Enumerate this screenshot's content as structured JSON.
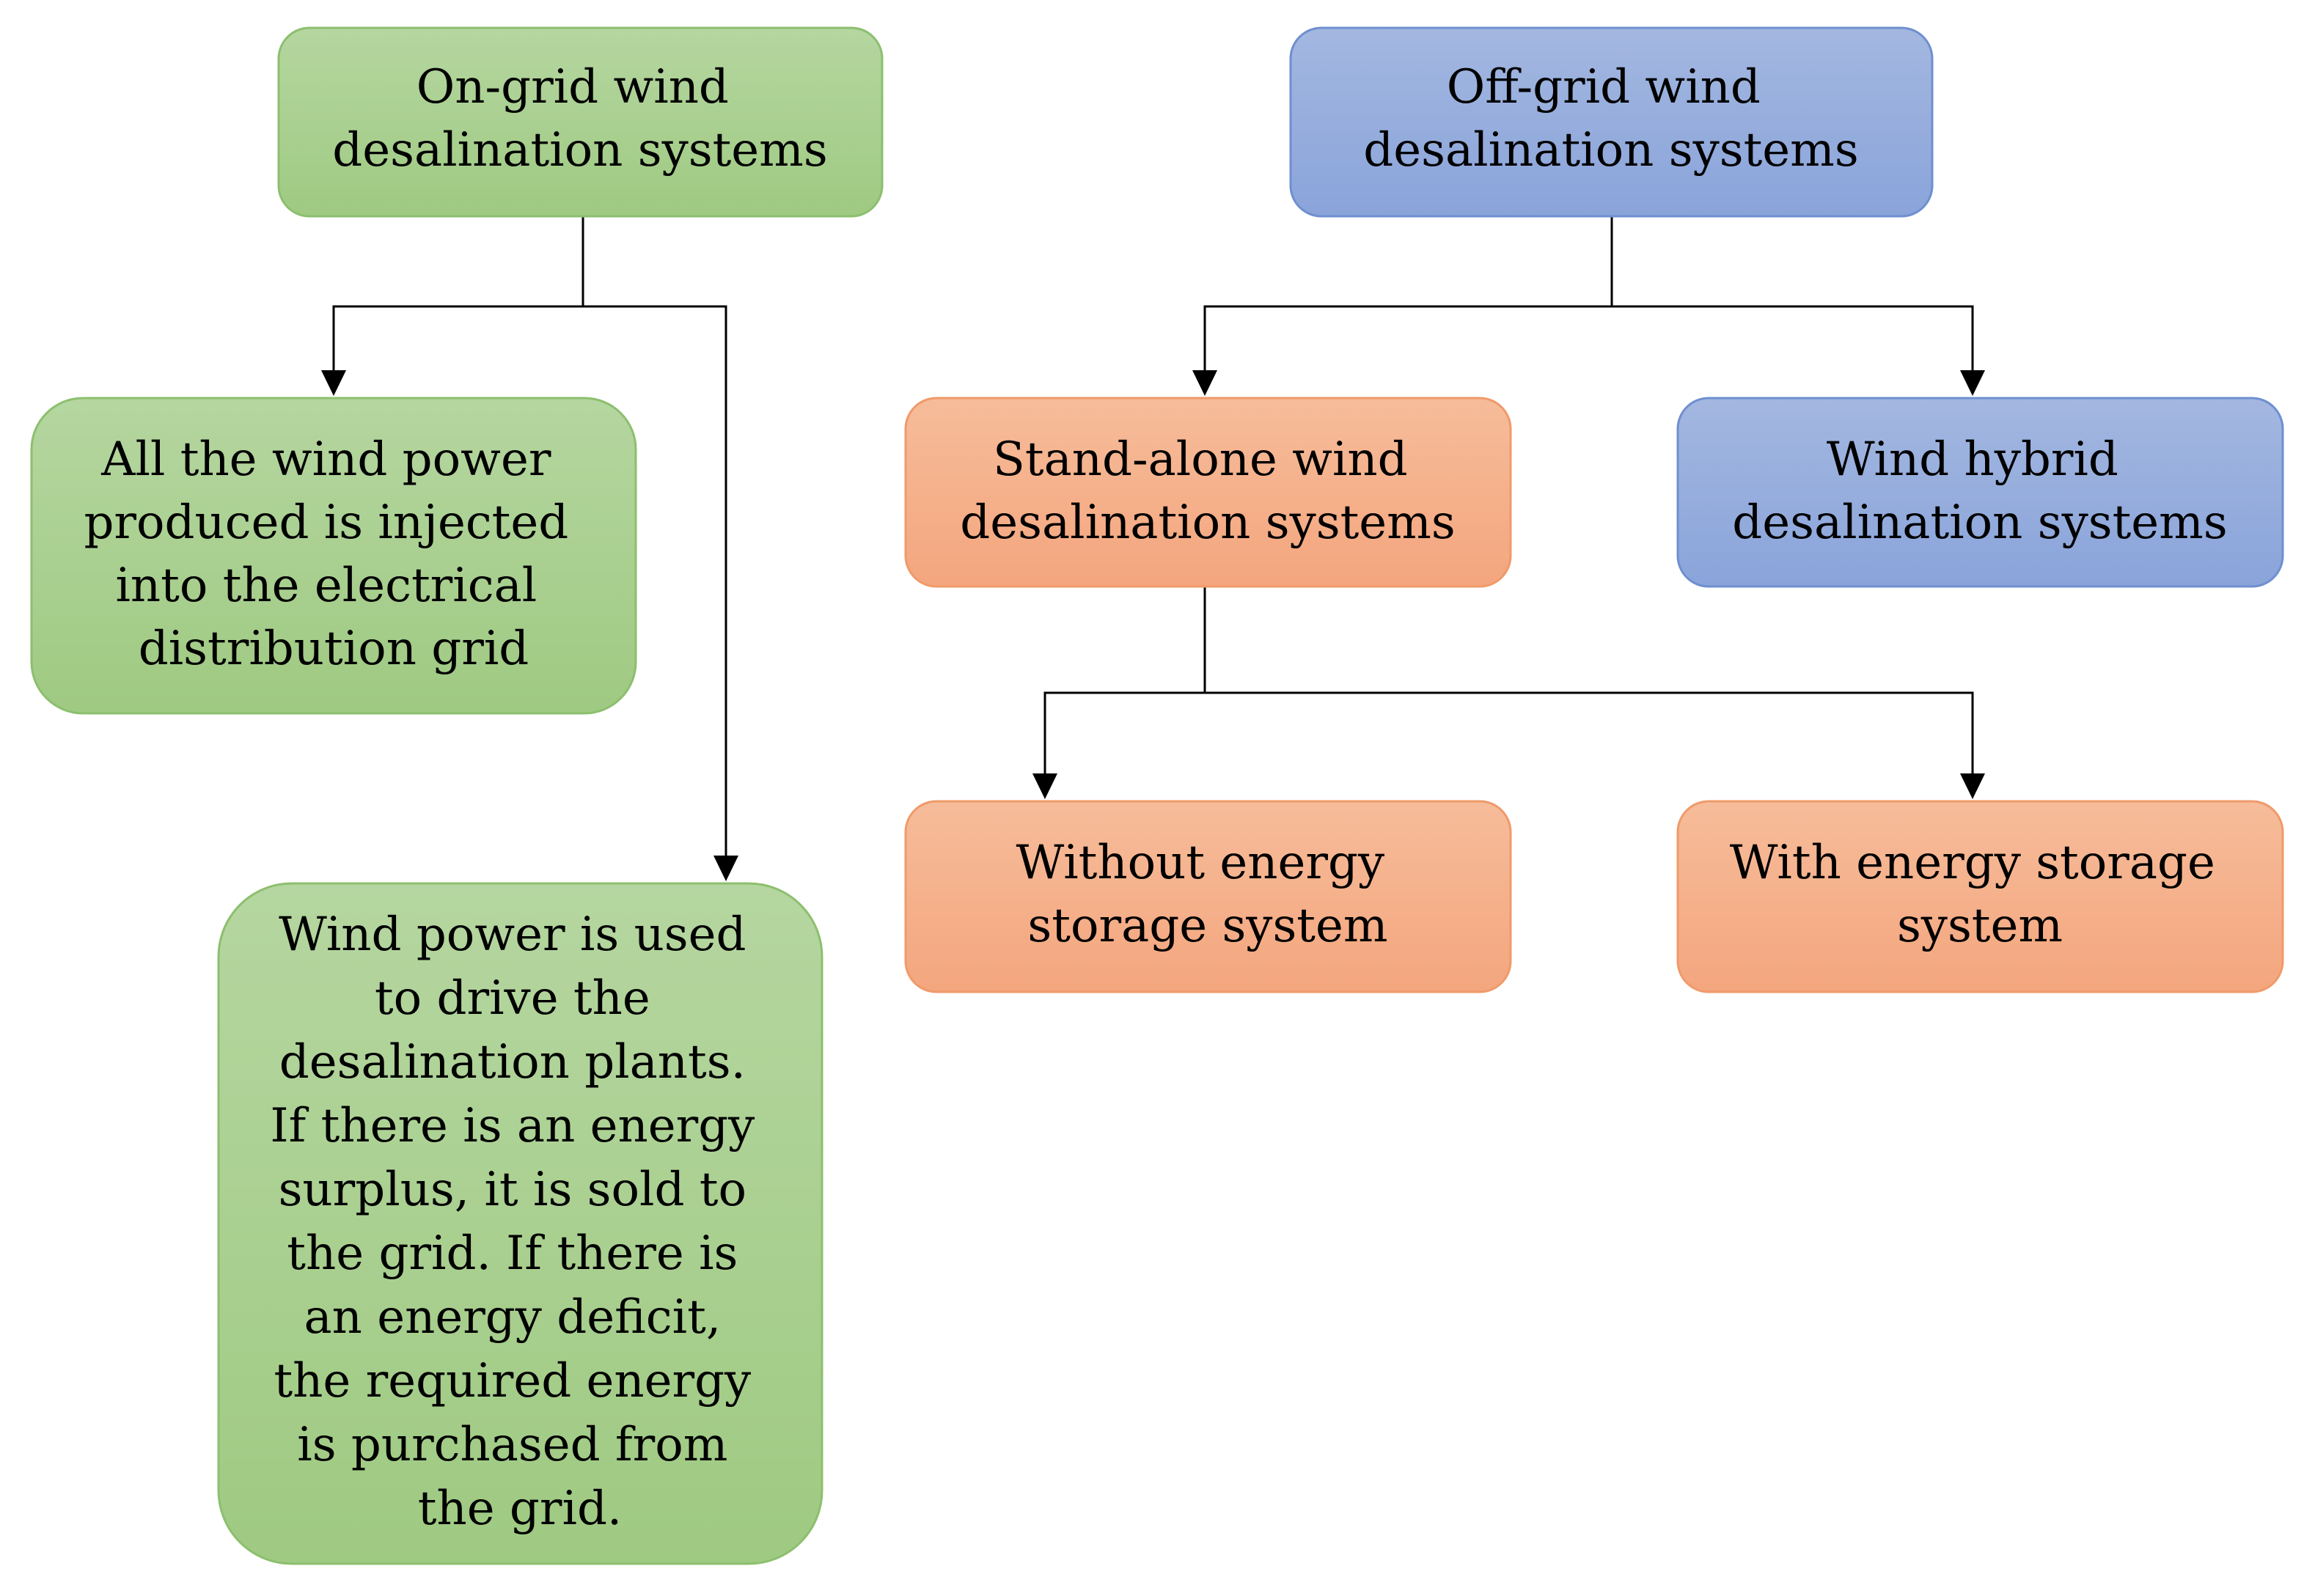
{
  "palette": {
    "green_fill": "#a8d08d",
    "green_stroke": "#8cbf6e",
    "blue_fill": "#8faadc",
    "blue_stroke": "#6f8fd0",
    "orange_fill": "#f4b183",
    "orange_stroke": "#f09a6a",
    "connector": "#000000"
  },
  "nodes": {
    "on_grid": {
      "color": "green",
      "lines": [
        "On-grid wind",
        "desalination systems"
      ]
    },
    "off_grid": {
      "color": "blue",
      "lines": [
        "Off-grid wind",
        "desalination systems"
      ]
    },
    "all_wind_power": {
      "color": "green",
      "lines": [
        "All the wind power",
        "produced is injected",
        "into the electrical",
        "distribution grid"
      ]
    },
    "wind_power_used": {
      "color": "green",
      "lines": [
        "Wind power is used",
        "to drive the",
        "desalination plants.",
        "If there is an energy",
        "surplus, it is sold to",
        "the grid. If there is",
        "an energy deficit,",
        "the required energy",
        "is purchased from",
        "the grid."
      ]
    },
    "stand_alone": {
      "color": "orange",
      "lines": [
        "Stand-alone wind",
        "desalination systems"
      ]
    },
    "wind_hybrid": {
      "color": "blue",
      "lines": [
        "Wind hybrid",
        "desalination systems"
      ]
    },
    "without_storage": {
      "color": "orange",
      "lines": [
        "Without energy",
        "storage system"
      ]
    },
    "with_storage": {
      "color": "orange",
      "lines": [
        "With energy storage",
        "system"
      ]
    }
  },
  "edges": [
    {
      "from": "on_grid",
      "to": "all_wind_power"
    },
    {
      "from": "on_grid",
      "to": "wind_power_used"
    },
    {
      "from": "off_grid",
      "to": "stand_alone"
    },
    {
      "from": "off_grid",
      "to": "wind_hybrid"
    },
    {
      "from": "stand_alone",
      "to": "without_storage"
    },
    {
      "from": "stand_alone",
      "to": "with_storage"
    }
  ]
}
